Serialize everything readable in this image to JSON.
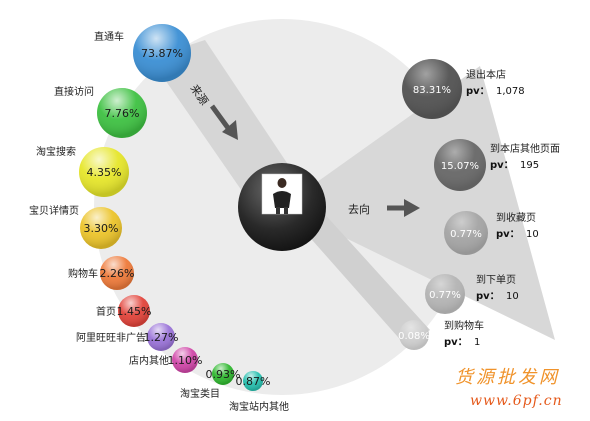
{
  "labels": {
    "source": "来源",
    "destination": "去向",
    "pv_label": "pv："
  },
  "sources": [
    {
      "name": "直通车",
      "pct": "73.87%",
      "color": "#3b8fd4"
    },
    {
      "name": "直接访问",
      "pct": "7.76%",
      "color": "#3ec142"
    },
    {
      "name": "淘宝搜索",
      "pct": "4.35%",
      "color": "#e6e62a"
    },
    {
      "name": "宝贝详情页",
      "pct": "3.30%",
      "color": "#ecc42a"
    },
    {
      "name": "购物车",
      "pct": "2.26%",
      "color": "#ee7a3a"
    },
    {
      "name": "首页",
      "pct": "1.45%",
      "color": "#e2433a"
    },
    {
      "name": "阿里旺旺非广告",
      "pct": "1.27%",
      "color": "#9a73d8"
    },
    {
      "name": "店内其他",
      "pct": "1.10%",
      "color": "#d046a8"
    },
    {
      "name": "淘宝类目",
      "pct": "0.93%",
      "color": "#2fb82f"
    },
    {
      "name": "淘宝站内其他",
      "pct": "0.87%",
      "color": "#26bfae"
    }
  ],
  "destinations": [
    {
      "name": "退出本店",
      "pct": "83.31%",
      "pv": "1,078",
      "color": "#555555"
    },
    {
      "name": "到本店其他页面",
      "pct": "15.07%",
      "pv": "195",
      "color": "#6a6a6a"
    },
    {
      "name": "到收藏页",
      "pct": "0.77%",
      "pv": "10",
      "color": "#a5a5a5"
    },
    {
      "name": "到下单页",
      "pct": "0.77%",
      "pv": "10",
      "color": "#b5b5b5"
    },
    {
      "name": "到购物车",
      "pct": "0.08%",
      "pv": "1",
      "color": "#cfcfcf"
    }
  ],
  "watermark": {
    "line1": "货源批发网",
    "line2": "www.6pf.cn"
  }
}
